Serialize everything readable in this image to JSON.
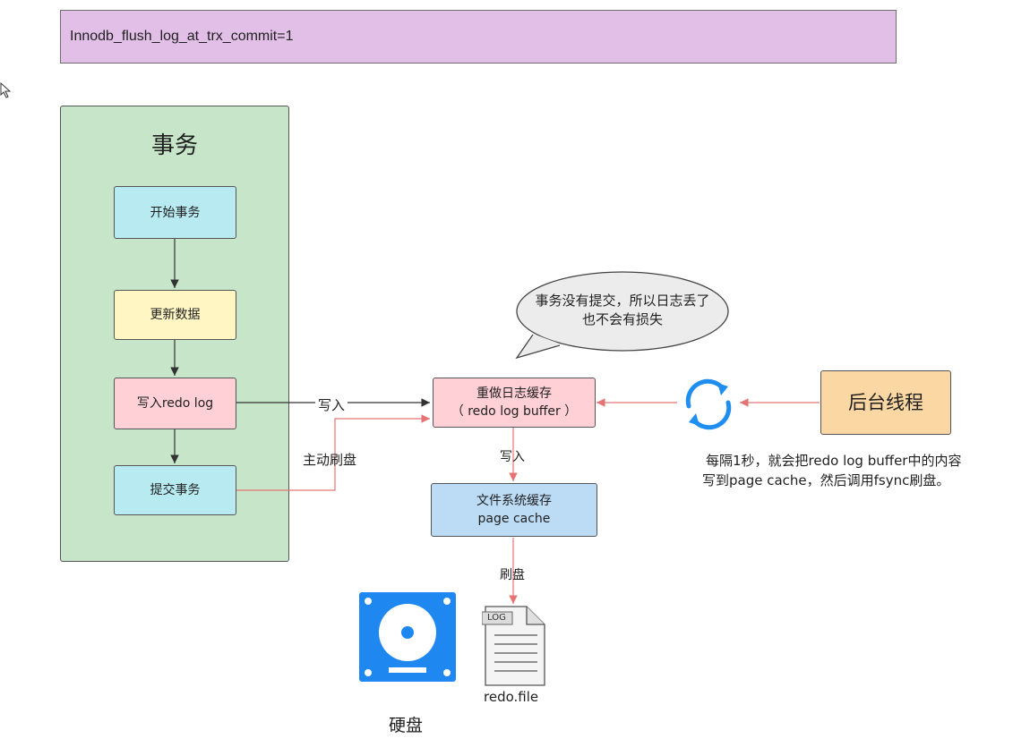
{
  "banner": {
    "text": "Innodb_flush_log_at_trx_commit=1"
  },
  "transaction": {
    "title": "事务",
    "steps": [
      "开始事务",
      "更新数据",
      "写入redo log",
      "提交事务"
    ]
  },
  "redo_buffer": {
    "line1": "重做日志缓存",
    "line2": "（ redo log buffer ）"
  },
  "page_cache": {
    "line1": "文件系统缓存",
    "line2": "page cache"
  },
  "background_thread": {
    "label": "后台线程"
  },
  "speech_bubble": {
    "line1": "事务没有提交，所以日志丢了",
    "line2": "也不会有损失"
  },
  "edges": {
    "write_to_buffer": "写入",
    "active_flush": "主动刷盘",
    "write_to_cache": "写入",
    "flush": "刷盘"
  },
  "disk": {
    "label": "硬盘",
    "icon": "hard-disk-icon"
  },
  "redo_file": {
    "label": "redo.file",
    "tag": "LOG",
    "icon": "log-file-icon"
  },
  "note": {
    "line1": "每隔1秒，就会把redo log buffer中的内容",
    "line2": "写到page cache，然后调用fsync刷盘。"
  },
  "colors": {
    "banner": "#e1bfe7",
    "panel": "#c6e5c9",
    "cyan": "#b7ebf1",
    "yellow": "#fff6c4",
    "pink": "#ffd0d5",
    "blue": "#bcdcf6",
    "orange": "#fbd7a3",
    "red_arrow": "#e57373",
    "sync_icon": "#1f8ef1"
  }
}
